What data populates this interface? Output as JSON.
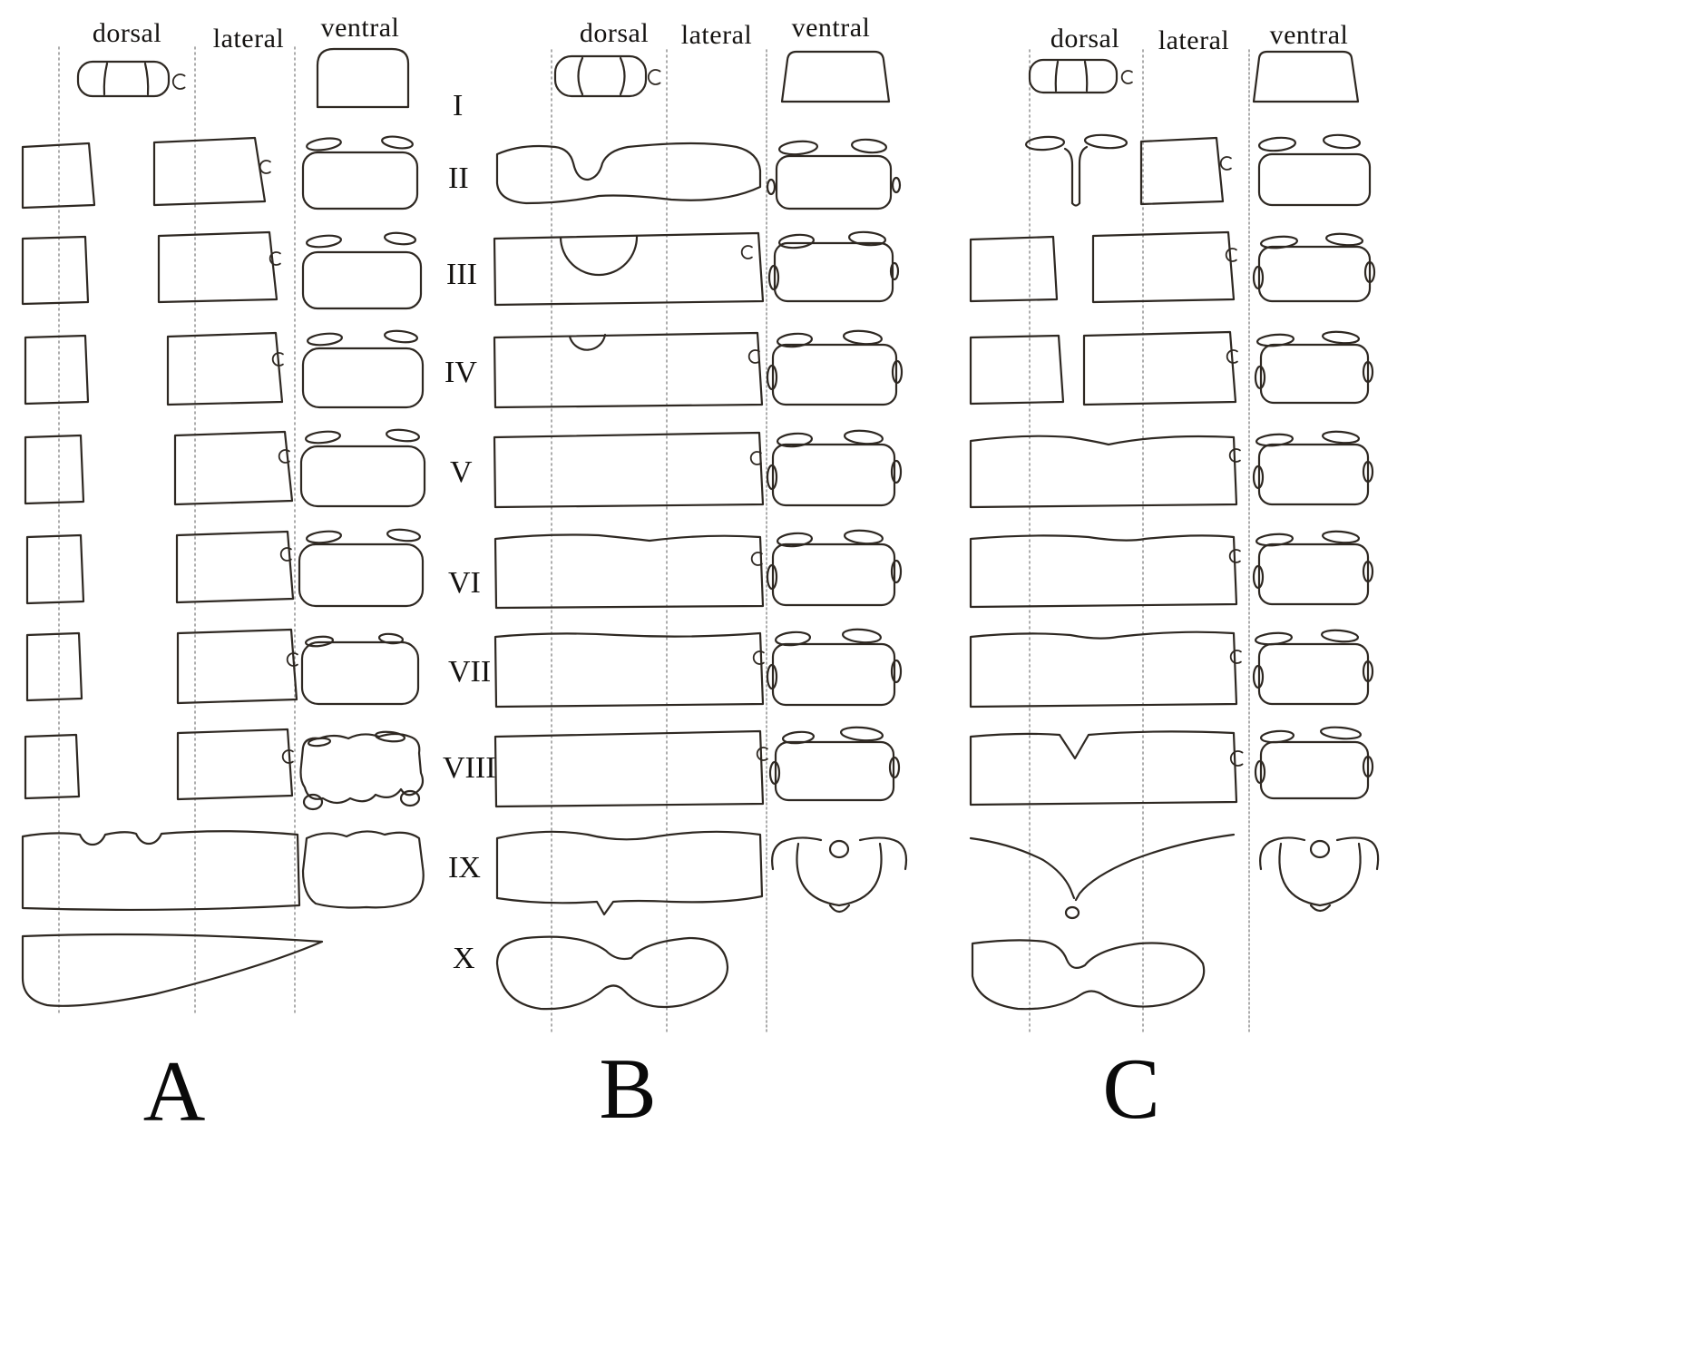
{
  "figure": {
    "panels": [
      {
        "label": "A",
        "columns": [
          "dorsal",
          "lateral",
          "ventral"
        ]
      },
      {
        "label": "B",
        "columns": [
          "dorsal",
          "lateral",
          "ventral"
        ]
      },
      {
        "label": "C",
        "columns": [
          "dorsal",
          "lateral",
          "ventral"
        ]
      }
    ],
    "row_labels": [
      "I",
      "II",
      "III",
      "IV",
      "V",
      "VI",
      "VII",
      "VIII",
      "IX",
      "X"
    ],
    "ink_color": "#2e2822",
    "guide_color": "#8a8a8a"
  }
}
